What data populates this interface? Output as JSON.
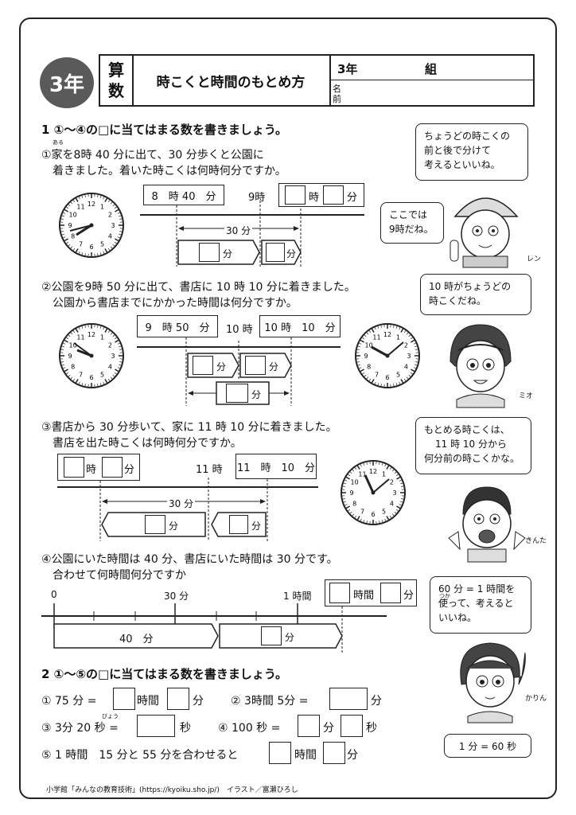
{
  "header": {
    "grade_badge": "3年",
    "subject_1": "算",
    "subject_2": "数",
    "title": "時こくと時間のもとめ方",
    "class_label": "3年",
    "class_suffix": "組",
    "name_label_1": "名",
    "name_label_2": "前"
  },
  "section1": {
    "heading": "1 ①～④の□に当てはまる数を書きましょう。",
    "q1_line1": "①家を8時 40 分に出て、30 分歩くと公園に",
    "q1_ruby": "ある",
    "q1_line2": "着きました。着いた時こくは何時何分ですか。",
    "q1_start": "8　時 40　分",
    "q1_mid": "9時",
    "q1_hour_unit": "時",
    "q1_min_unit": "分",
    "q1_span": "30 分",
    "q1_arrow_unit_1": "分",
    "q1_arrow_unit_2": "分",
    "q2_line1": "②公園を9時 50 分に出て、書店に 10 時 10 分に着きました。",
    "q2_line2": "公園から書店までにかかった時間は何分ですか。",
    "q2_start": "9　時 50　分",
    "q2_mid": "10 時",
    "q2_end": "10 時　10　分",
    "q2_arrow_unit_1": "分",
    "q2_arrow_unit_2": "分",
    "q2_total_unit": "分",
    "q3_line1": "③書店から 30 分歩いて、家に 11 時 10 分に着きました。",
    "q3_line2": "書店を出た時こくは何時何分ですか。",
    "q3_hour_unit": "時",
    "q3_min_unit": "分",
    "q3_mid": "11 時",
    "q3_end": "11　時　10　分",
    "q3_span": "30 分",
    "q3_arrow_unit_1": "分",
    "q3_arrow_unit_2": "分",
    "q4_line1": "④公園にいた時間は 40 分、書店にいた時間は 30 分です。",
    "q4_line2": "合わせて何時間何分ですか",
    "q4_tick_0": "0",
    "q4_tick_30": "30 分",
    "q4_tick_1h": "1 時間",
    "q4_hour_unit": "時間",
    "q4_min_unit": "分",
    "q4_seg1": "40　分",
    "q4_seg2_unit": "分"
  },
  "section2": {
    "heading": "2 ①～⑤の□に当てはまる数を書きましょう。",
    "p1_left": "① 75 分 =",
    "p1_unit1": "時間",
    "p1_unit2": "分",
    "p2_left": "② 3時間 5分 =",
    "p2_unit": "分",
    "p3_left": "③ 3分 20 秒 =",
    "p3_ruby": "びょう",
    "p3_unit": "秒",
    "p4_left": "④ 100 秒 =",
    "p4_unit1": "分",
    "p4_unit2": "秒",
    "p5_left": "⑤ 1 時間　15 分と 55 分を合わせると",
    "p5_unit1": "時間",
    "p5_unit2": "分"
  },
  "characters": {
    "ren_bubble_1": "ちょうどの時こくの",
    "ren_bubble_2": "前と後で分けて",
    "ren_bubble_3": "考えるといいね。",
    "ren_small_1": "ここでは",
    "ren_small_2": "9時だね。",
    "ren_name": "レン",
    "mio_bubble_1": "10 時がちょうどの",
    "mio_bubble_2": "時こくだね。",
    "mio_name": "ミオ",
    "kinta_bubble_1": "もとめる時こくは、",
    "kinta_bubble_2": "11 時 10 分から",
    "kinta_bubble_3": "何分前の時こくかな。",
    "kinta_name": "きんた",
    "karin_bubble_1": "60 分 = 1 時間を",
    "karin_bubble_2": "使って、考えると",
    "karin_ruby": "つか",
    "karin_bubble_3": "いいね。",
    "karin_note": "1 分 = 60 秒",
    "karin_name": "かりん"
  },
  "footer": "小学館「みんなの教育技術」(https://kyoiku.sho.jp/)　イラスト／富瀬ひろし"
}
